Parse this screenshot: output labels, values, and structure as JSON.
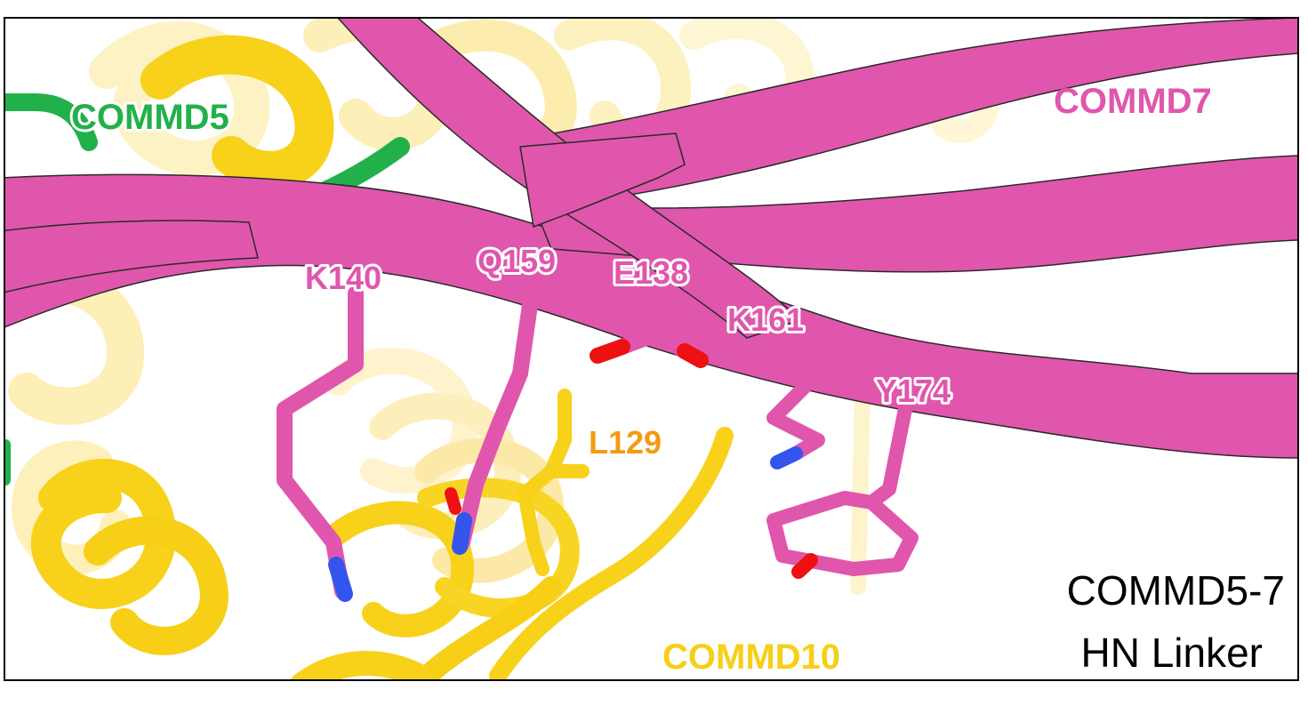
{
  "chains": {
    "commd5": {
      "label": "COMMD5",
      "color": "#22b04a"
    },
    "commd7": {
      "label": "COMMD7",
      "color": "#e056ad"
    },
    "commd10": {
      "label": "COMMD10",
      "color": "#f6d01e"
    }
  },
  "residues": {
    "k140": {
      "label": "K140",
      "color": "#e056ad"
    },
    "q159": {
      "label": "Q159",
      "color": "#e056ad"
    },
    "e138": {
      "label": "E138",
      "color": "#e056ad"
    },
    "k161": {
      "label": "K161",
      "color": "#e056ad"
    },
    "y174": {
      "label": "Y174",
      "color": "#e056ad"
    },
    "l129": {
      "label": "L129",
      "color": "#f39c12"
    }
  },
  "panel_caption": {
    "line1": "COMMD5-7",
    "line2": "HN Linker"
  },
  "atom_colors": {
    "oxygen": "#ee1111",
    "nitrogen": "#3355ee"
  }
}
